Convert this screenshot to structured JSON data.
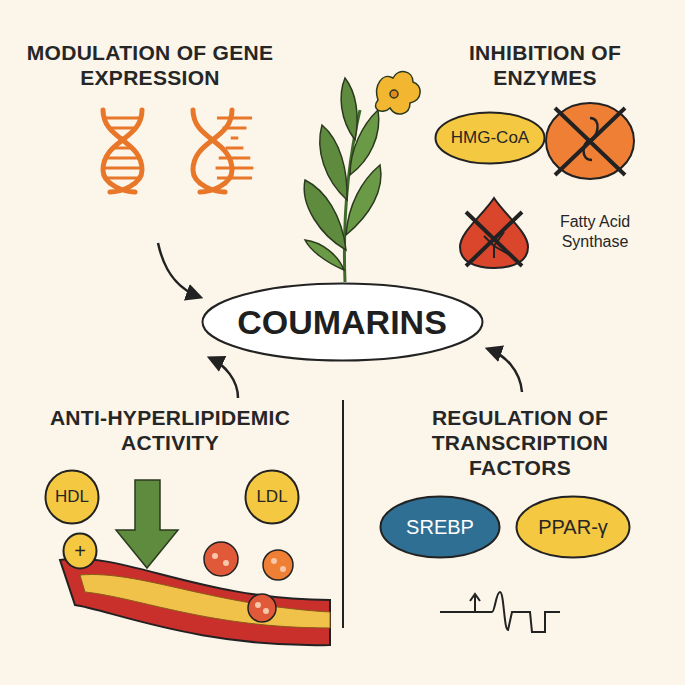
{
  "diagram": {
    "nodes": [
      {
        "text": [
          "HMG-CoA"
        ]
      },
      {
        "text": [
          "COUMARINS"
        ]
      },
      {
        "text": [
          "HDL"
        ]
      },
      {
        "text": [
          "LDL"
        ]
      },
      {
        "text": [
          "+"
        ]
      },
      {
        "text": [
          "SREBP"
        ]
      },
      {
        "text": [
          "PPAR-γ"
        ]
      }
    ],
    "labels": [
      "MODULATION OF GENE EXPRESSION",
      "INHIBITION OF ENZYMES",
      "Fatty Acid Synthase",
      "ANTI-HYPERLIPIDEMIC ACTIVITY",
      "REGULATION OF TRANSCRIPTION FACTORS"
    ]
  }
}
